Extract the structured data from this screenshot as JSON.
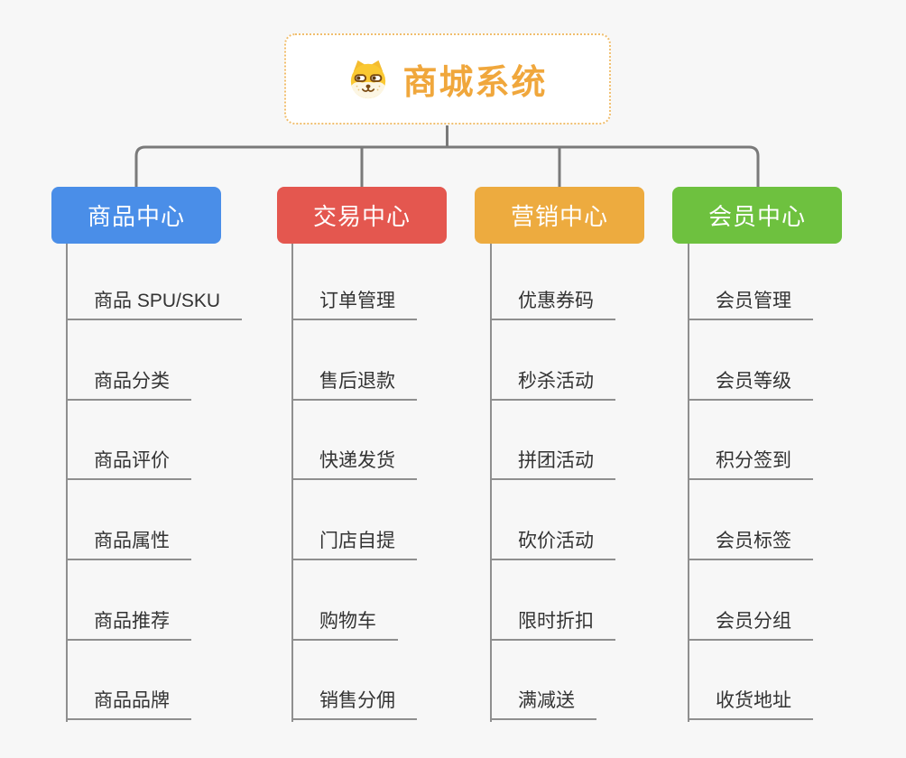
{
  "root": {
    "title": "商城系统",
    "icon": "shiba-dog-icon"
  },
  "columns": [
    {
      "label": "商品中心",
      "color": "#4a8ee8",
      "items": [
        "商品 SPU/SKU",
        "商品分类",
        "商品评价",
        "商品属性",
        "商品推荐",
        "商品品牌"
      ]
    },
    {
      "label": "交易中心",
      "color": "#e4574f",
      "items": [
        "订单管理",
        "售后退款",
        "快递发货",
        "门店自提",
        "购物车",
        "销售分佣"
      ]
    },
    {
      "label": "营销中心",
      "color": "#edab3f",
      "items": [
        "优惠券码",
        "秒杀活动",
        "拼团活动",
        "砍价活动",
        "限时折扣",
        "满减送"
      ]
    },
    {
      "label": "会员中心",
      "color": "#6ec13f",
      "items": [
        "会员管理",
        "会员等级",
        "积分签到",
        "会员标签",
        "会员分组",
        "收货地址"
      ]
    }
  ],
  "colors": {
    "background": "#f7f7f7",
    "root_accent": "#f0a73c",
    "root_border": "#f0be6e",
    "connector": "#7a7a7a",
    "underline": "#8f8f8f",
    "leaf_text": "#333333"
  }
}
